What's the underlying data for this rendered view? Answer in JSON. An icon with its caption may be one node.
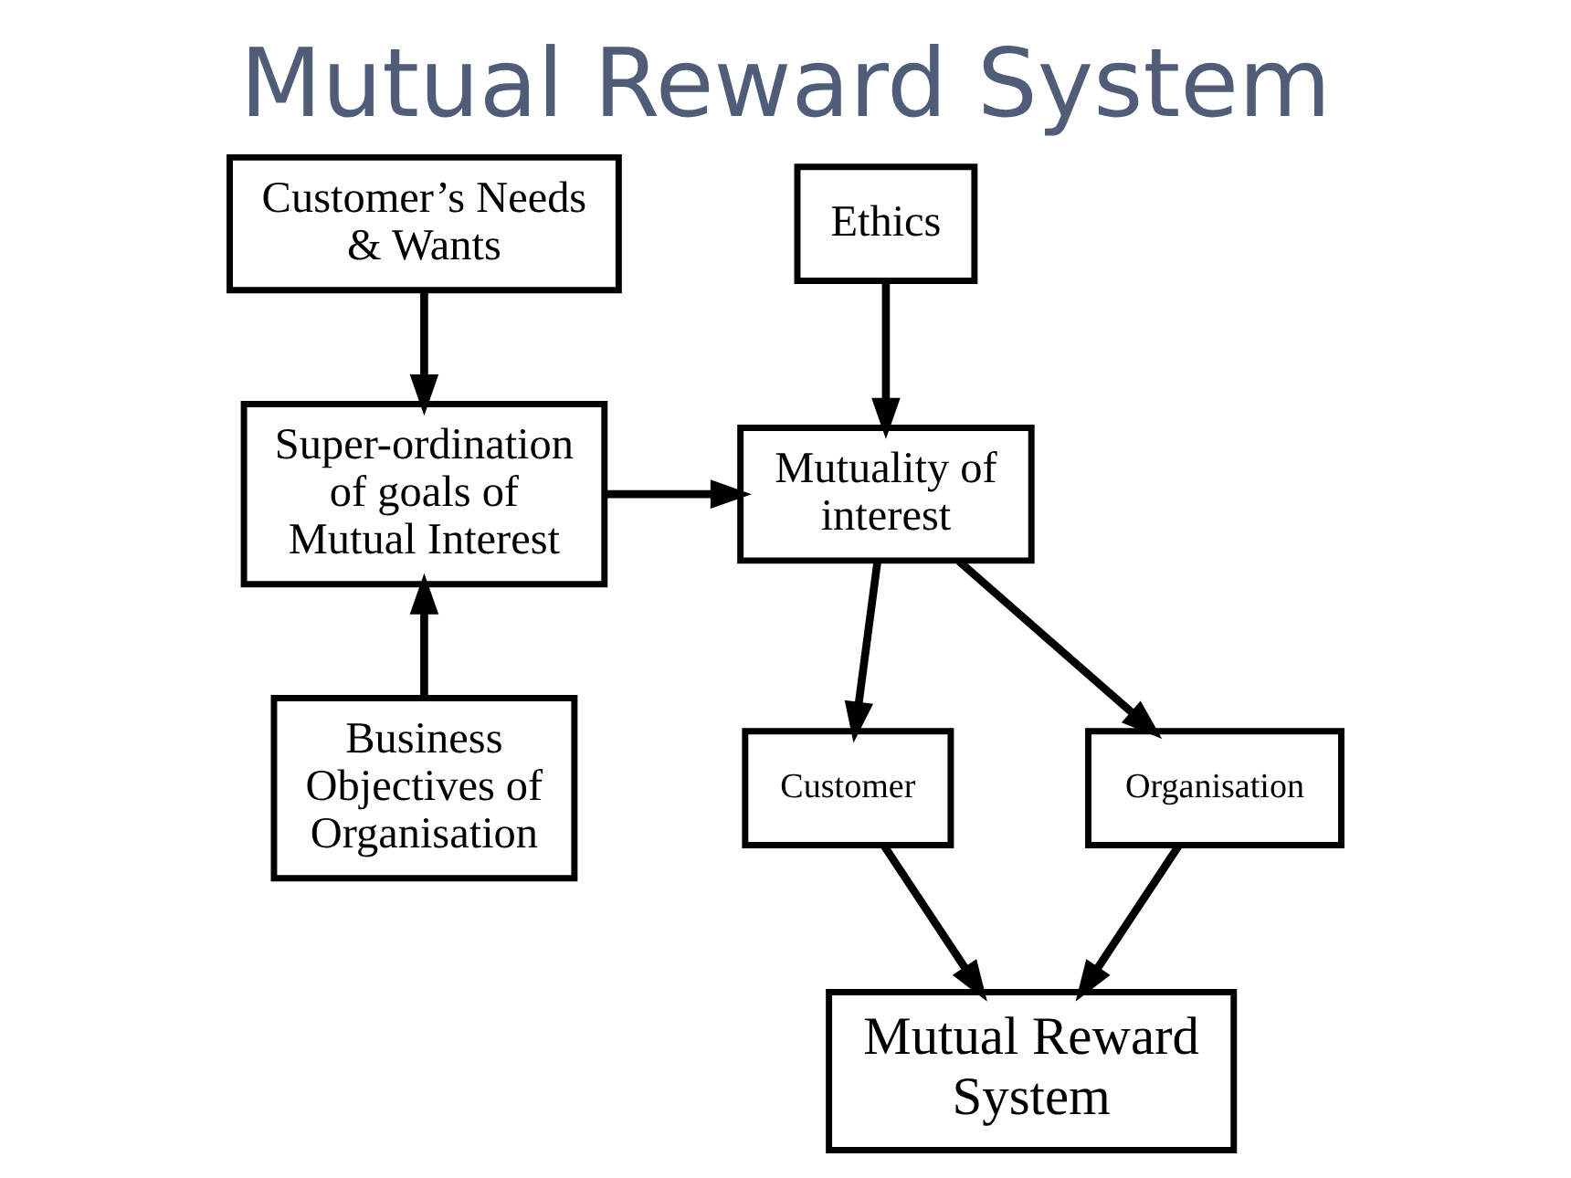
{
  "diagram": {
    "title": "Mutual Reward System",
    "nodes": [
      {
        "text": [
          "Customer’s Needs & Wants"
        ]
      },
      {
        "text": [
          "Ethics"
        ]
      },
      {
        "text": [
          "Super-ordination of goals of Mutual Interest"
        ]
      },
      {
        "text": [
          "Mutuality of interest"
        ]
      },
      {
        "text": [
          "Business Objectives of Organisation"
        ]
      },
      {
        "text": [
          "Customer"
        ]
      },
      {
        "text": [
          "Organisation"
        ]
      },
      {
        "text": [
          "Mutual Reward System"
        ]
      }
    ],
    "edges": [
      {
        "from": 0,
        "to": 2,
        "arrow": "to"
      },
      {
        "from": 4,
        "to": 2,
        "arrow": "to"
      },
      {
        "from": 2,
        "to": 3,
        "arrow": "to"
      },
      {
        "from": 1,
        "to": 3,
        "arrow": "to"
      },
      {
        "from": 3,
        "to": 5,
        "arrow": "to"
      },
      {
        "from": 3,
        "to": 6,
        "arrow": "to"
      },
      {
        "from": 5,
        "to": 7,
        "arrow": "to"
      },
      {
        "from": 6,
        "to": 7,
        "arrow": "to"
      }
    ]
  }
}
